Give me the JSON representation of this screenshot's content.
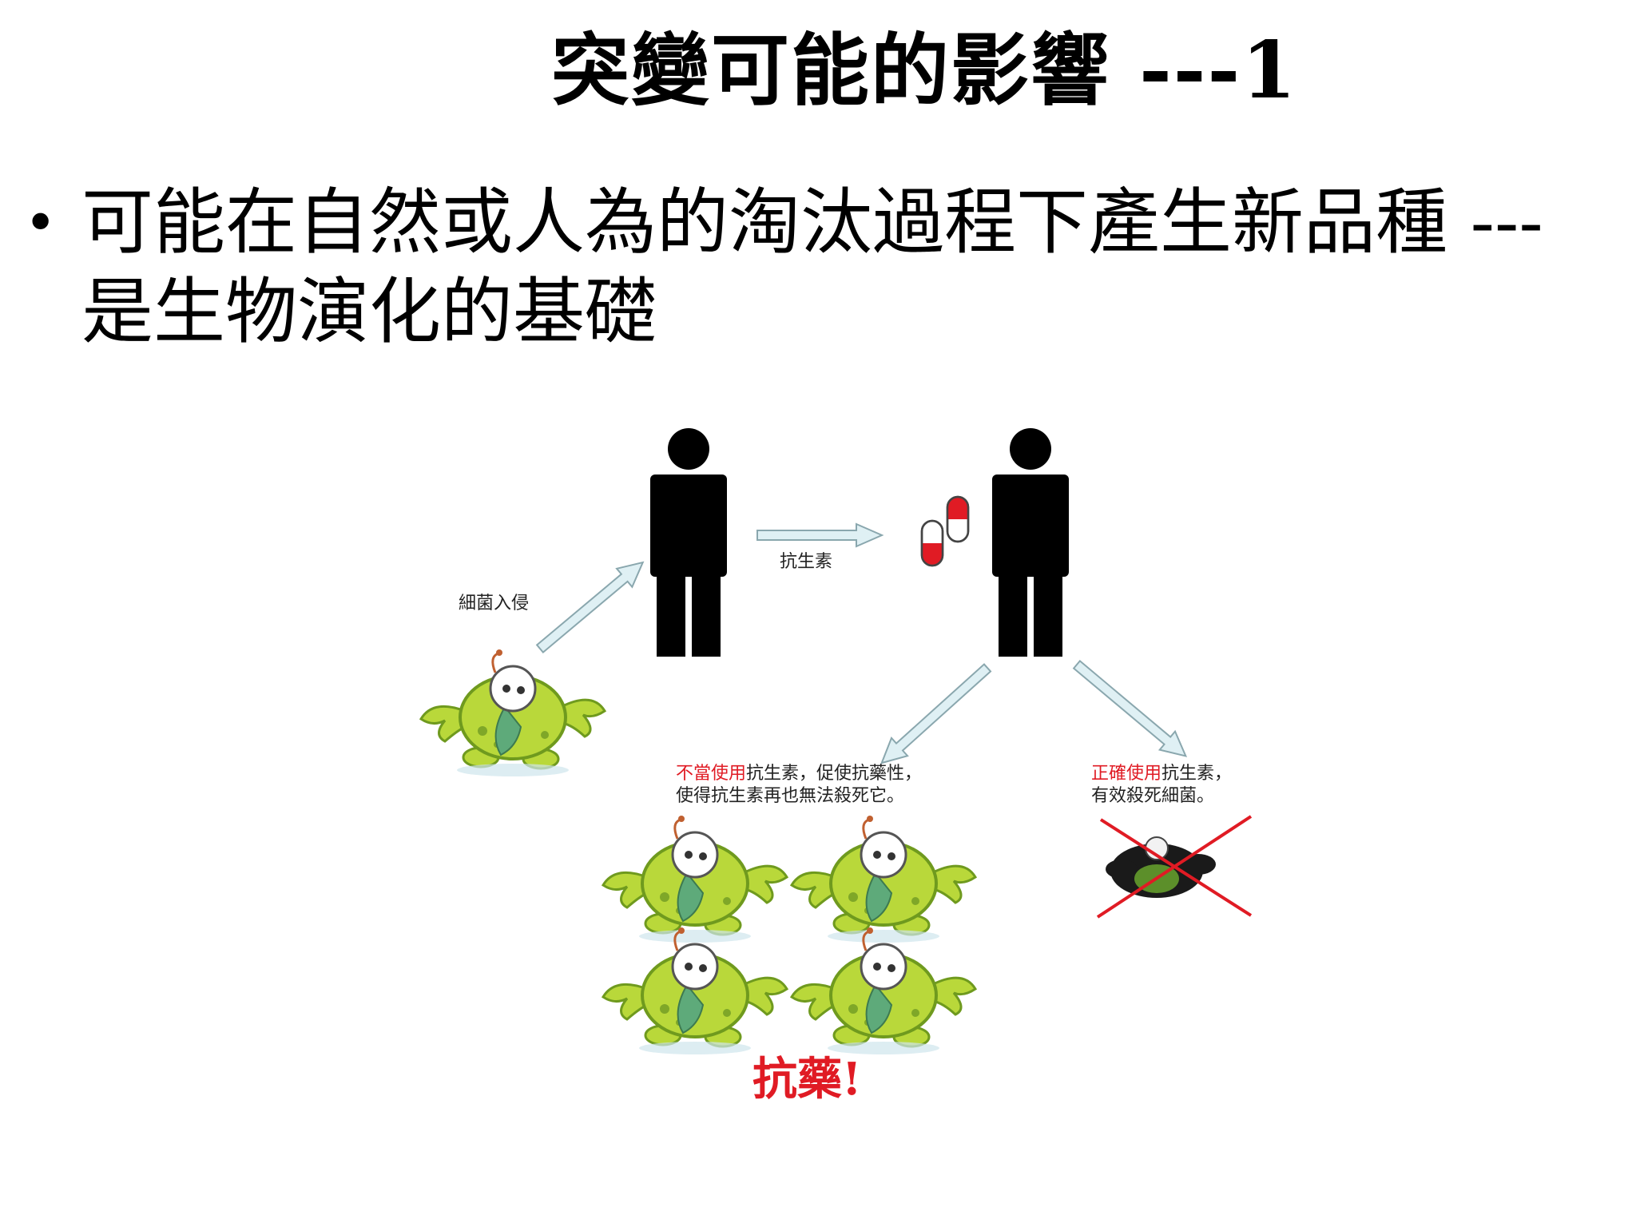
{
  "slide": {
    "title": "突變可能的影響 ---1",
    "bullet_line1": "可能在自然或人為的淘汰過程下產生新品種 ---",
    "bullet_line2": "是生物演化的基礎"
  },
  "diagram": {
    "invade_label": "細菌入侵",
    "antibiotic_label": "抗生素",
    "misuse_red": "不當使用",
    "misuse_rest1": "抗生素，促使抗藥性，",
    "misuse_line2": "使得抗生素再也無法殺死它。",
    "proper_red": "正確使用",
    "proper_rest1": "抗生素，",
    "proper_line2": "有效殺死細菌。",
    "resistance": "抗藥!"
  },
  "colors": {
    "red": "#e01b24",
    "arrow_fill": "#dff0f4",
    "arrow_stroke": "#8aa7ae",
    "germ_green": "#b9d83a",
    "germ_dark": "#6f9a1e"
  }
}
